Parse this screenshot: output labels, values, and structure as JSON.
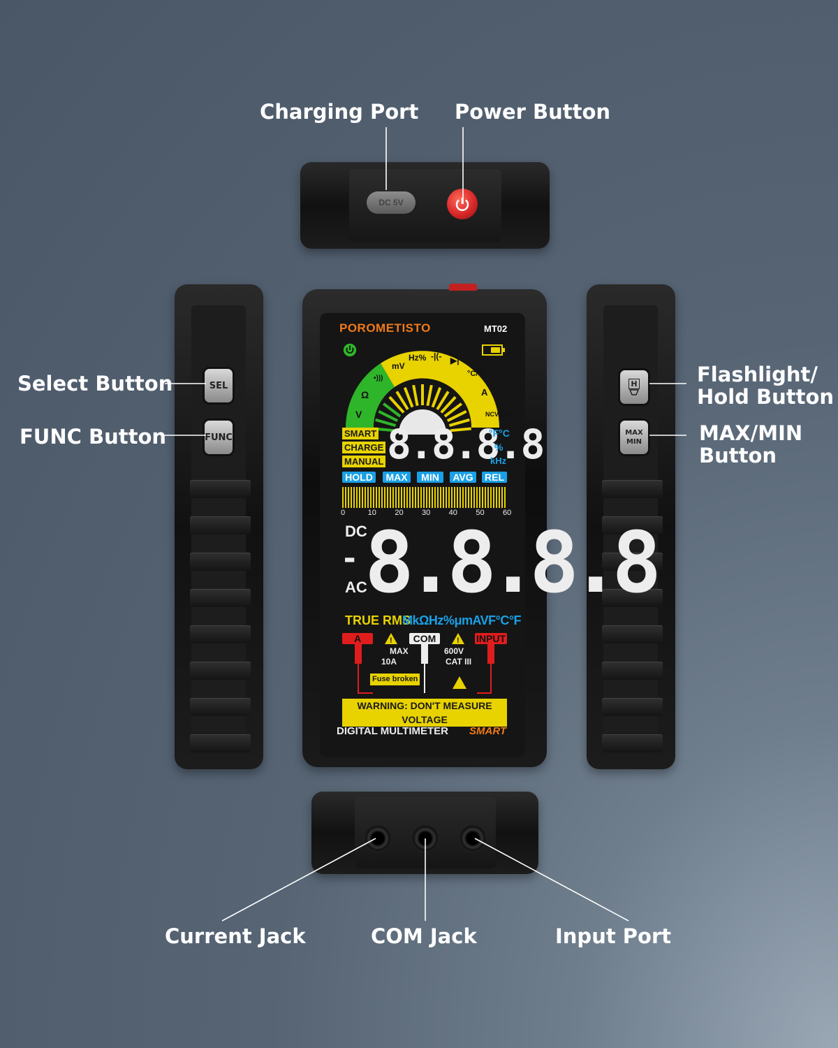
{
  "callouts": {
    "charging_port": "Charging Port",
    "power_button": "Power Button",
    "select_button": "Select Button",
    "func_button": "FUNC Button",
    "flashlight_hold": "Flashlight/ Hold Button",
    "max_min": "MAX/MIN Button",
    "current_jack": "Current Jack",
    "com_jack": "COM Jack",
    "input_port": "Input Port"
  },
  "top_view": {
    "port_label": "DC 5V"
  },
  "left_side": {
    "sel_label": "SEL",
    "func_label": "FUNC"
  },
  "right_side": {
    "hold_label": "H",
    "maxmin_label_1": "MAX",
    "maxmin_label_2": "MIN"
  },
  "meter": {
    "brand": "POROMETISTO",
    "model": "MT02",
    "dial_labels": [
      "V",
      "Ω",
      "•)))",
      "mV",
      "Hz%",
      "-|(-",
      "▶|",
      "°C/°F",
      "A",
      "NCV Live"
    ],
    "mode_tags": [
      "SMART",
      "CHARGE",
      "MANUAL"
    ],
    "sub_digits": "8.8.8.8",
    "sub_units": [
      "°F°C",
      "%",
      "kHz"
    ],
    "function_tags": [
      "HOLD",
      "MAX",
      "MIN",
      "AVG",
      "REL"
    ],
    "bargraph_ticks": [
      "0",
      "10",
      "20",
      "30",
      "40",
      "50",
      "60"
    ],
    "dc_label": "DC",
    "ac_label": "AC",
    "minus_sign": "-",
    "main_digits": "8.8.8.8",
    "true_rms": "TRUE RMS",
    "unit_string": "MkΩHz%μmAVF°C°F",
    "terminal_a": "A",
    "terminal_com": "COM",
    "terminal_input": "INPUT",
    "max_current": "MAX",
    "max_current_value": "10A",
    "voltage_rating": "600V",
    "category": "CAT III",
    "fuse_label": "Fuse broken",
    "warning": "WARNING: DON'T MEASURE VOLTAGE",
    "product_name": "DIGITAL MULTIMETER",
    "smart_label": "SMART"
  },
  "colors": {
    "brand_orange": "#f07a1a",
    "lcd_yellow": "#e8d200",
    "lcd_green": "#2fb52a",
    "lcd_blue": "#1aa0e6",
    "lcd_red": "#e01d1d",
    "power_red": "#d8282a"
  }
}
